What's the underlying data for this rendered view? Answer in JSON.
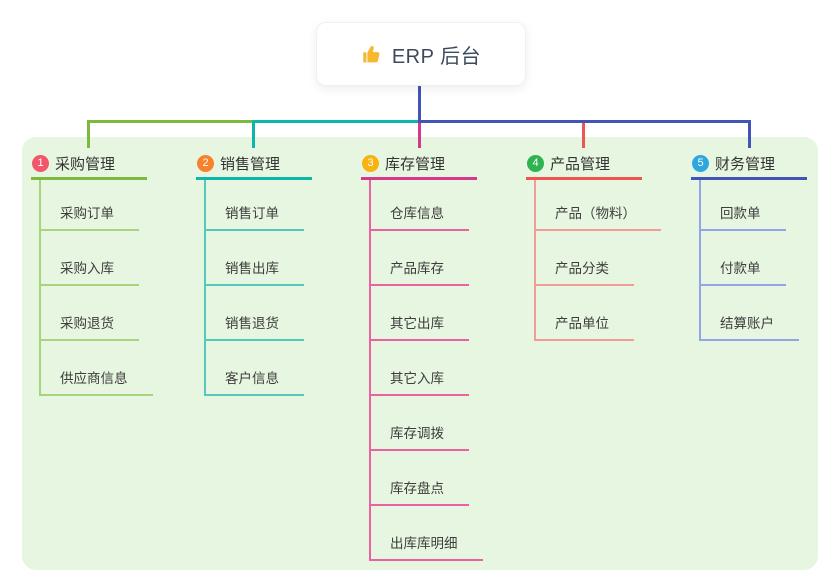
{
  "root": {
    "label": "ERP 后台",
    "icon": "thumbs-up-icon",
    "icon_color": "#f5b82e"
  },
  "colors": {
    "panel_bg": "#e7f6e0",
    "root_stem": "#4254b5",
    "header_text": "#333333",
    "item_text": "#3d3d3d",
    "root_text": "#3d4a5c"
  },
  "branches": [
    {
      "num": "1",
      "label": "采购管理",
      "badge_color": "#f2566a",
      "line_color": "#7cb93e",
      "sub_line_color": "#a8d47e",
      "items": [
        "采购订单",
        "采购入库",
        "采购退货",
        "供应商信息"
      ]
    },
    {
      "num": "2",
      "label": "销售管理",
      "badge_color": "#f7822d",
      "line_color": "#10b5a9",
      "sub_line_color": "#55c8be",
      "items": [
        "销售订单",
        "销售出库",
        "销售退货",
        "客户信息"
      ]
    },
    {
      "num": "3",
      "label": "库存管理",
      "badge_color": "#f8b211",
      "line_color": "#d6398a",
      "sub_line_color": "#ea62a1",
      "items": [
        "仓库信息",
        "产品库存",
        "其它出库",
        "其它入库",
        "库存调拨",
        "库存盘点",
        "出库库明细"
      ]
    },
    {
      "num": "4",
      "label": "产品管理",
      "badge_color": "#2fb350",
      "line_color": "#f0544f",
      "sub_line_color": "#f39b95",
      "items": [
        "产品（物料）",
        "产品分类",
        "产品单位"
      ]
    },
    {
      "num": "5",
      "label": "财务管理",
      "badge_color": "#2ea7df",
      "line_color": "#4254b5",
      "sub_line_color": "#92a5e5",
      "items": [
        "回款单",
        "付款单",
        "结算账户"
      ]
    }
  ]
}
